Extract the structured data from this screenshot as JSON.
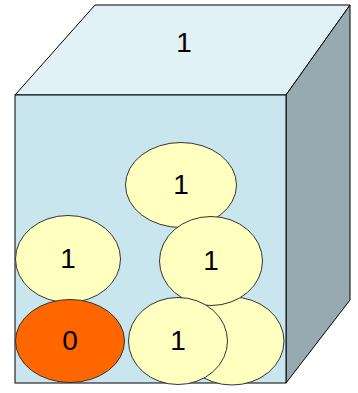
{
  "diagram": {
    "nodes": [
      {
        "text": [
          "1"
        ]
      },
      {
        "text": [
          "1"
        ],
        "in": 0
      },
      {
        "text": [
          "1"
        ],
        "in": 0
      },
      {
        "text": [
          "1"
        ],
        "in": 0
      },
      {
        "text": [
          "0"
        ],
        "in": 0
      },
      {
        "text": [
          "1"
        ],
        "in": 0
      }
    ]
  }
}
